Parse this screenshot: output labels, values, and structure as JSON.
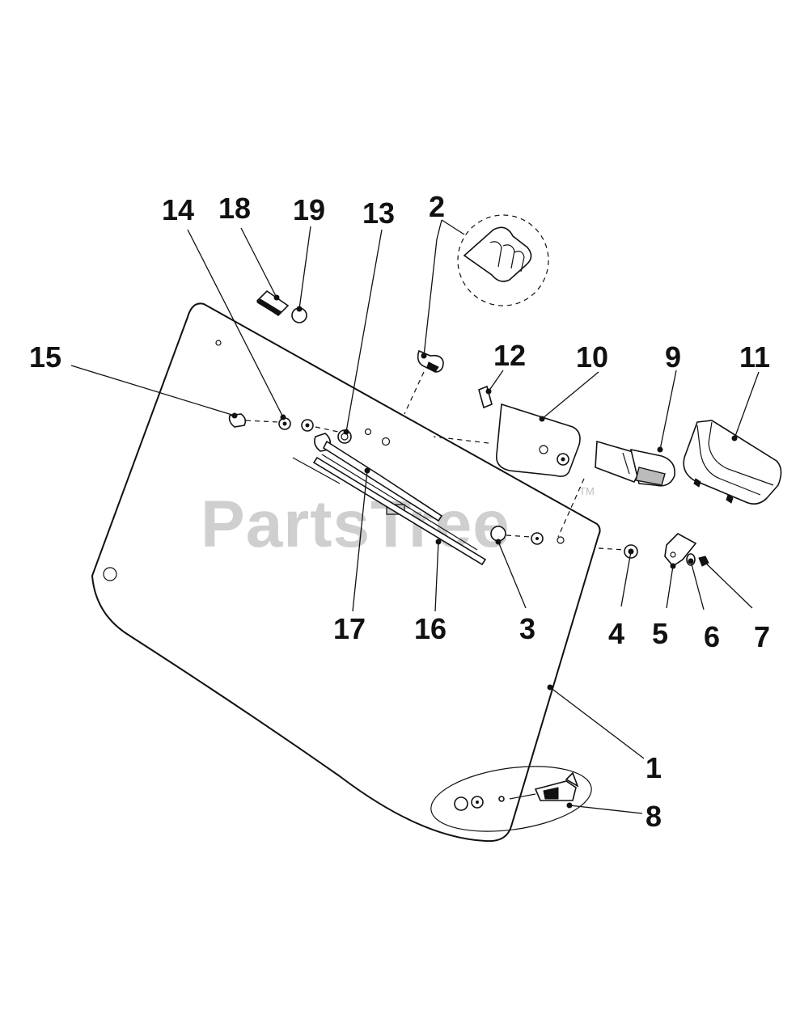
{
  "diagram": {
    "callouts": [
      "1",
      "2",
      "3",
      "4",
      "5",
      "6",
      "7",
      "8",
      "9",
      "10",
      "11",
      "12",
      "13",
      "14",
      "15",
      "16",
      "17",
      "18",
      "19"
    ],
    "watermark": "PartsTree",
    "watermark_tm": "TM"
  }
}
